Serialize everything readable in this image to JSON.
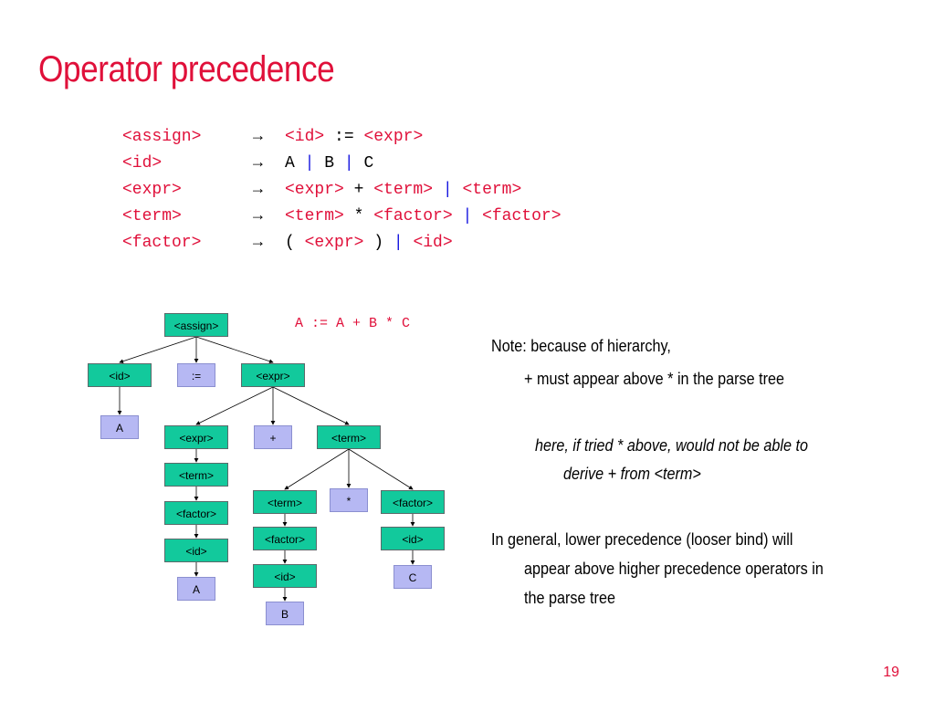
{
  "slide": {
    "title": "Operator precedence",
    "page_number": "19"
  },
  "grammar": {
    "arrow": "→",
    "rules": [
      {
        "lhs": "<assign>",
        "rhs": [
          {
            "t": "nt",
            "v": "<id>"
          },
          {
            "t": "tx",
            "v": " := "
          },
          {
            "t": "nt",
            "v": "<expr>"
          }
        ]
      },
      {
        "lhs": "<id>",
        "rhs": [
          {
            "t": "tx",
            "v": "A "
          },
          {
            "t": "bar",
            "v": "|"
          },
          {
            "t": "tx",
            "v": " B "
          },
          {
            "t": "bar",
            "v": "|"
          },
          {
            "t": "tx",
            "v": " C"
          }
        ]
      },
      {
        "lhs": "<expr>",
        "rhs": [
          {
            "t": "nt",
            "v": "<expr>"
          },
          {
            "t": "tx",
            "v": " + "
          },
          {
            "t": "nt",
            "v": "<term>"
          },
          {
            "t": "tx",
            "v": " "
          },
          {
            "t": "bar",
            "v": "|"
          },
          {
            "t": "tx",
            "v": " "
          },
          {
            "t": "nt",
            "v": "<term>"
          }
        ]
      },
      {
        "lhs": "<term>",
        "rhs": [
          {
            "t": "nt",
            "v": "<term>"
          },
          {
            "t": "tx",
            "v": " * "
          },
          {
            "t": "nt",
            "v": "<factor>"
          },
          {
            "t": "tx",
            "v": " "
          },
          {
            "t": "bar",
            "v": "|"
          },
          {
            "t": "tx",
            "v": " "
          },
          {
            "t": "nt",
            "v": "<factor>"
          }
        ]
      },
      {
        "lhs": "<factor>",
        "rhs": [
          {
            "t": "tx",
            "v": "( "
          },
          {
            "t": "nt",
            "v": "<expr>"
          },
          {
            "t": "tx",
            "v": " ) "
          },
          {
            "t": "bar",
            "v": "|"
          },
          {
            "t": "tx",
            "v": " "
          },
          {
            "t": "nt",
            "v": "<id>"
          }
        ]
      }
    ]
  },
  "example": "A := A + B * C",
  "tree": {
    "nodes": {
      "assign": {
        "label": "<assign>",
        "kind": "nonterminal"
      },
      "id1": {
        "label": "<id>",
        "kind": "nonterminal"
      },
      "assignop": {
        "label": ":=",
        "kind": "terminal"
      },
      "expr1": {
        "label": "<expr>",
        "kind": "nonterminal"
      },
      "a1": {
        "label": "A",
        "kind": "terminal"
      },
      "expr2": {
        "label": "<expr>",
        "kind": "nonterminal"
      },
      "plus": {
        "label": "+",
        "kind": "terminal"
      },
      "term1": {
        "label": "<term>",
        "kind": "nonterminal"
      },
      "term2": {
        "label": "<term>",
        "kind": "nonterminal"
      },
      "term3": {
        "label": "<term>",
        "kind": "nonterminal"
      },
      "star": {
        "label": "*",
        "kind": "terminal"
      },
      "factor1": {
        "label": "<factor>",
        "kind": "nonterminal"
      },
      "factor2": {
        "label": "<factor>",
        "kind": "nonterminal"
      },
      "factor3": {
        "label": "<factor>",
        "kind": "nonterminal"
      },
      "id2": {
        "label": "<id>",
        "kind": "nonterminal"
      },
      "id3": {
        "label": "<id>",
        "kind": "nonterminal"
      },
      "id4": {
        "label": "<id>",
        "kind": "nonterminal"
      },
      "a2": {
        "label": "A",
        "kind": "terminal"
      },
      "b": {
        "label": "B",
        "kind": "terminal"
      },
      "c": {
        "label": "C",
        "kind": "terminal"
      }
    },
    "edges": [
      [
        "assign",
        "id1"
      ],
      [
        "assign",
        "assignop"
      ],
      [
        "assign",
        "expr1"
      ],
      [
        "id1",
        "a1"
      ],
      [
        "expr1",
        "expr2"
      ],
      [
        "expr1",
        "plus"
      ],
      [
        "expr1",
        "term1"
      ],
      [
        "expr2",
        "term2"
      ],
      [
        "term2",
        "factor2"
      ],
      [
        "factor2",
        "id2"
      ],
      [
        "id2",
        "a2"
      ],
      [
        "term1",
        "term3"
      ],
      [
        "term1",
        "star"
      ],
      [
        "term1",
        "factor1"
      ],
      [
        "term3",
        "factor3"
      ],
      [
        "factor3",
        "id3"
      ],
      [
        "id3",
        "b"
      ],
      [
        "factor1",
        "id4"
      ],
      [
        "id4",
        "c"
      ]
    ]
  },
  "notes": {
    "line1": "Note: because of hierarchy,",
    "line2": "+ must appear above * in the parse tree",
    "line3": "here, if tried * above, would not be able to",
    "line4": "derive + from <term>",
    "line5": "In general, lower precedence (looser bind) will",
    "line6": "appear above higher precedence operators in",
    "line7": "the parse tree"
  }
}
